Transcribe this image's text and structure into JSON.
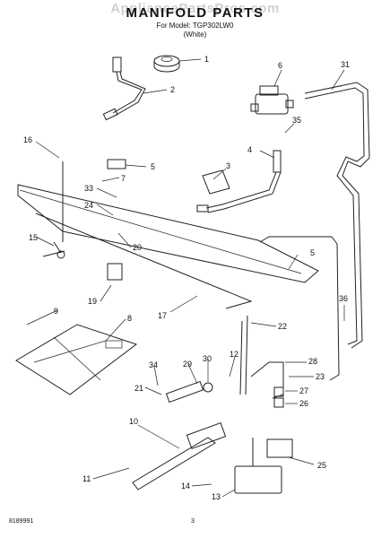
{
  "header": {
    "watermark": "AppliancePartsPros.com",
    "title": "MANIFOLD PARTS",
    "model_line": "For Model: TGP302LW0",
    "color_line": "(White)"
  },
  "footer": {
    "doc_number": "8189991",
    "page_number": "3"
  },
  "callouts": [
    {
      "id": "c1",
      "label": "1"
    },
    {
      "id": "c2",
      "label": "2"
    },
    {
      "id": "c3",
      "label": "3"
    },
    {
      "id": "c4",
      "label": "4"
    },
    {
      "id": "c5a",
      "label": "5"
    },
    {
      "id": "c5b",
      "label": "5"
    },
    {
      "id": "c6",
      "label": "6"
    },
    {
      "id": "c7",
      "label": "7"
    },
    {
      "id": "c8",
      "label": "8"
    },
    {
      "id": "c9",
      "label": "9"
    },
    {
      "id": "c10",
      "label": "10"
    },
    {
      "id": "c11",
      "label": "11"
    },
    {
      "id": "c12",
      "label": "12"
    },
    {
      "id": "c13",
      "label": "13"
    },
    {
      "id": "c14",
      "label": "14"
    },
    {
      "id": "c15",
      "label": "15"
    },
    {
      "id": "c16",
      "label": "16"
    },
    {
      "id": "c17",
      "label": "17"
    },
    {
      "id": "c19",
      "label": "19"
    },
    {
      "id": "c20",
      "label": "20"
    },
    {
      "id": "c21",
      "label": "21"
    },
    {
      "id": "c22",
      "label": "22"
    },
    {
      "id": "c23",
      "label": "23"
    },
    {
      "id": "c24",
      "label": "24"
    },
    {
      "id": "c25",
      "label": "25"
    },
    {
      "id": "c26",
      "label": "26"
    },
    {
      "id": "c27",
      "label": "27"
    },
    {
      "id": "c28",
      "label": "28"
    },
    {
      "id": "c29",
      "label": "29"
    },
    {
      "id": "c30",
      "label": "30"
    },
    {
      "id": "c31",
      "label": "31"
    },
    {
      "id": "c33",
      "label": "33"
    },
    {
      "id": "c34",
      "label": "34"
    },
    {
      "id": "c35",
      "label": "35"
    },
    {
      "id": "c36",
      "label": "36"
    }
  ]
}
